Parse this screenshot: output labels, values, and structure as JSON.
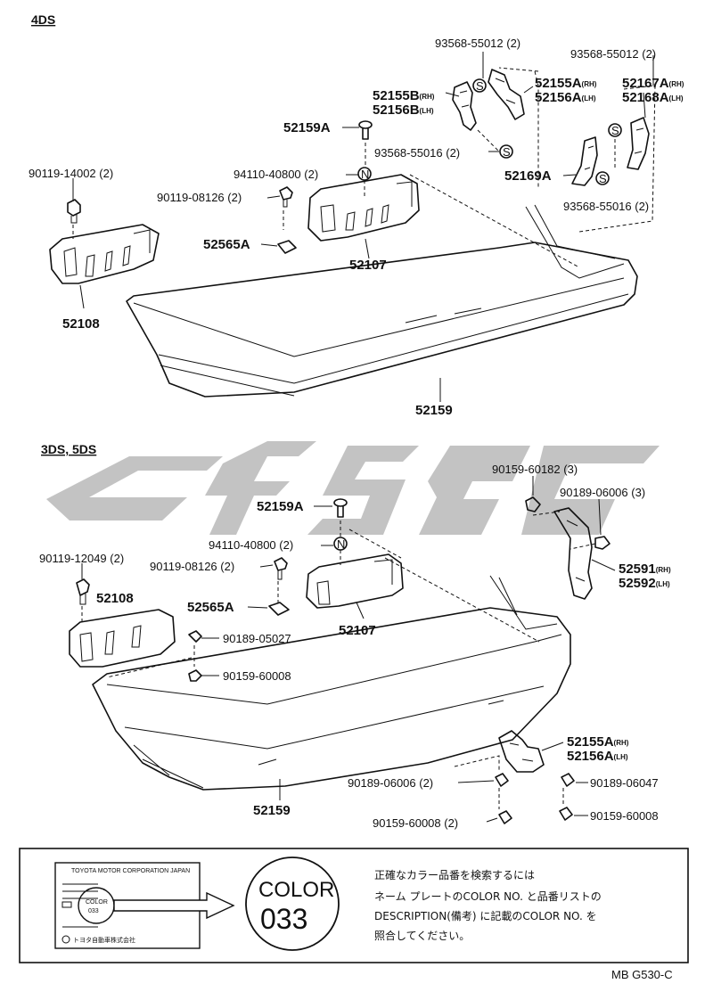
{
  "sections": {
    "top": "4DS",
    "bottom": "3DS, 5DS"
  },
  "top_parts": {
    "p1": "93568-55012 (2)",
    "p2": "93568-55012 (2)",
    "p3_main": "52155B",
    "p3_sub": "(RH)",
    "p4_main": "52156B",
    "p4_sub": "(LH)",
    "p5_main": "52155A",
    "p5_sub": "(RH)",
    "p6_main": "52156A",
    "p6_sub": "(LH)",
    "p7_main": "52167A",
    "p7_sub": "(RH)",
    "p8_main": "52168A",
    "p8_sub": "(LH)",
    "p9": "52159A",
    "p10": "93568-55016 (2)",
    "p11": "90119-14002 (2)",
    "p12": "94110-40800 (2)",
    "p13": "90119-08126 (2)",
    "p14": "52169A",
    "p15": "93568-55016 (2)",
    "p16": "52565A",
    "p17": "52107",
    "p18": "52108",
    "p19": "52159"
  },
  "bottom_parts": {
    "p1": "90159-60182 (3)",
    "p2": "90189-06006 (3)",
    "p3": "52159A",
    "p4": "94110-40800 (2)",
    "p5": "90119-12049 (2)",
    "p6": "90119-08126 (2)",
    "p7": "52108",
    "p8_main": "52591",
    "p8_sub": "(RH)",
    "p9_main": "52592",
    "p9_sub": "(LH)",
    "p10": "52565A",
    "p11": "52107",
    "p12": "90189-05027",
    "p13": "90159-60008",
    "p14_main": "52155A",
    "p14_sub": "(RH)",
    "p15_main": "52156A",
    "p15_sub": "(LH)",
    "p16": "90189-06006 (2)",
    "p17": "90189-06047",
    "p18": "52159",
    "p19": "90159-60008 (2)",
    "p20": "90159-60008"
  },
  "markers": {
    "s": "S",
    "n": "N"
  },
  "color_box": {
    "color_label": "COLOR",
    "color_code": "033",
    "plate_maker": "TOYOTA MOTOR CORPORATION JAPAN",
    "plate_code": "033",
    "plate_color_word": "COLOR",
    "plate_footer": "トヨタ自動車株式会社",
    "note_line1": "正確なカラー品番を検索するには",
    "note_line2": "ネーム プレートのCOLOR NO. と品番リストの",
    "note_line3": "DESCRIPTION(備考) に記載のCOLOR NO. を",
    "note_line4": "照合してください。"
  },
  "ref_code": "MB G530-C"
}
